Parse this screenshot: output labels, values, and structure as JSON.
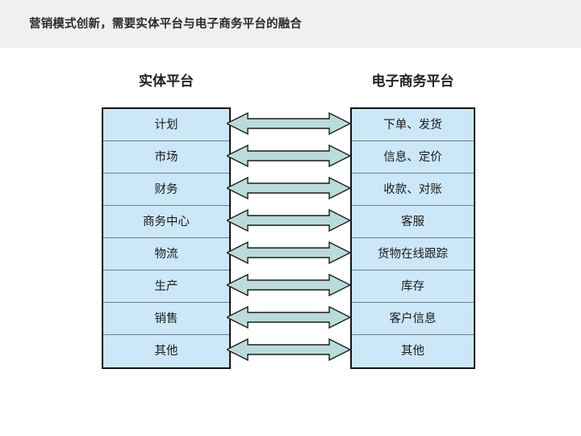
{
  "header": {
    "title": "营销模式创新，需要实体平台与电子商务平台的融合",
    "band_color": "#f0f0f0"
  },
  "diagram": {
    "left_column": {
      "heading": "实体平台",
      "items": [
        "计划",
        "市场",
        "财务",
        "商务中心",
        "物流",
        "生产",
        "销售",
        "其他"
      ]
    },
    "right_column": {
      "heading": "电子商务平台",
      "items": [
        "下单、发货",
        "信息、定价",
        "收款、对账",
        "客服",
        "货物在线跟踪",
        "库存",
        "客户信息",
        "其他"
      ]
    },
    "connectors": {
      "count": 8,
      "kind": "double-headed-arrow",
      "fill_color": "#b9dcdb",
      "stroke_color": "#1c1c1c"
    },
    "box_fill_color": "#cce7f8",
    "box_border_color": "#141414",
    "row_divider_color": "#6b7f8c"
  }
}
